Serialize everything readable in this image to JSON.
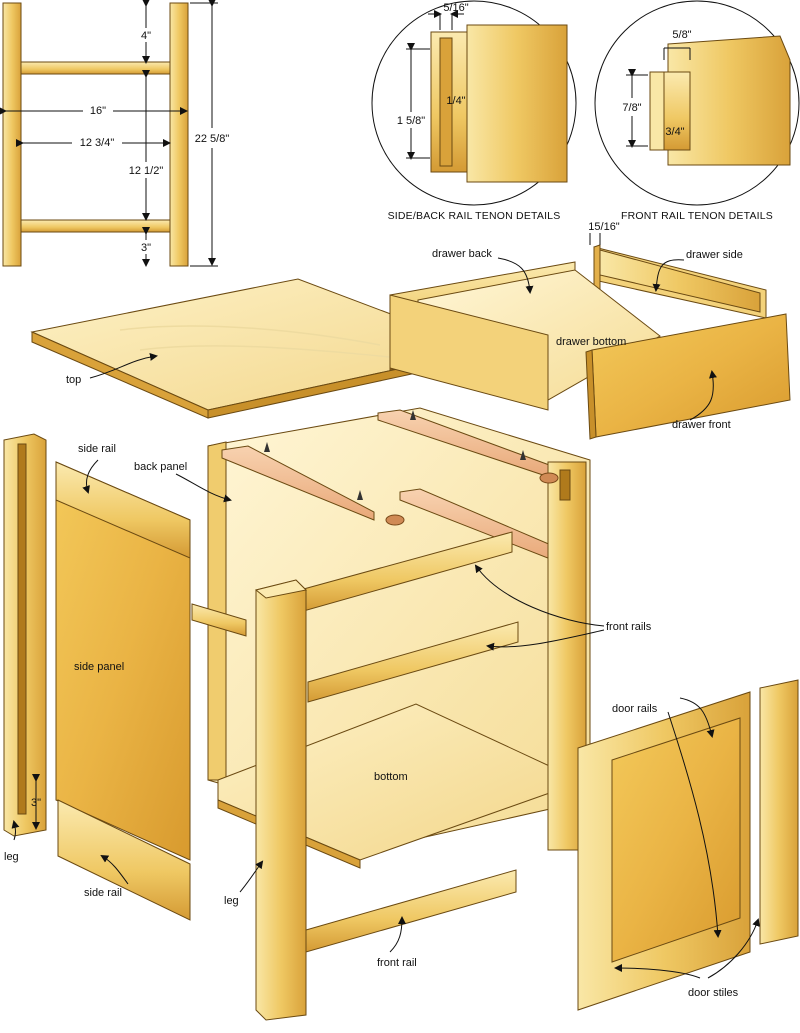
{
  "dimensions": {
    "top_rail_gap": "4\"",
    "width_outer": "16\"",
    "width_inner": "12 3/4\"",
    "middle_gap": "12 1/2\"",
    "bottom_gap": "3\"",
    "overall_height": "22 5/8\"",
    "leg_groove": "3\""
  },
  "details": {
    "side_back_caption": "SIDE/BACK RAIL TENON DETAILS",
    "front_caption": "FRONT RAIL TENON DETAILS",
    "sb_thickness": "5/16\"",
    "sb_length": "1 5/8\"",
    "sb_depth": "1/4\"",
    "fr_width": "5/8\"",
    "fr_length": "7/8\"",
    "fr_depth": "3/4\"",
    "drawer_groove": "15/16\""
  },
  "labels": {
    "drawer_back": "drawer back",
    "drawer_side": "drawer side",
    "drawer_bottom": "drawer bottom",
    "drawer_front": "drawer front",
    "top": "top",
    "side_rail_top": "side rail",
    "back_panel": "back panel",
    "front_rails": "front rails",
    "side_panel": "side panel",
    "bottom": "bottom",
    "door_rails": "door rails",
    "leg_left": "leg",
    "leg_front": "leg",
    "side_rail_bottom": "side rail",
    "front_rail": "front rail",
    "door_stiles": "door stiles"
  },
  "colors": {
    "wood_light": "#f6dc8a",
    "wood_mid": "#ecc35a",
    "wood_dark": "#c8902a",
    "panel_grain": "#e9b543",
    "pink_rail": "#f0b98f",
    "interior": "#fff2c6"
  }
}
